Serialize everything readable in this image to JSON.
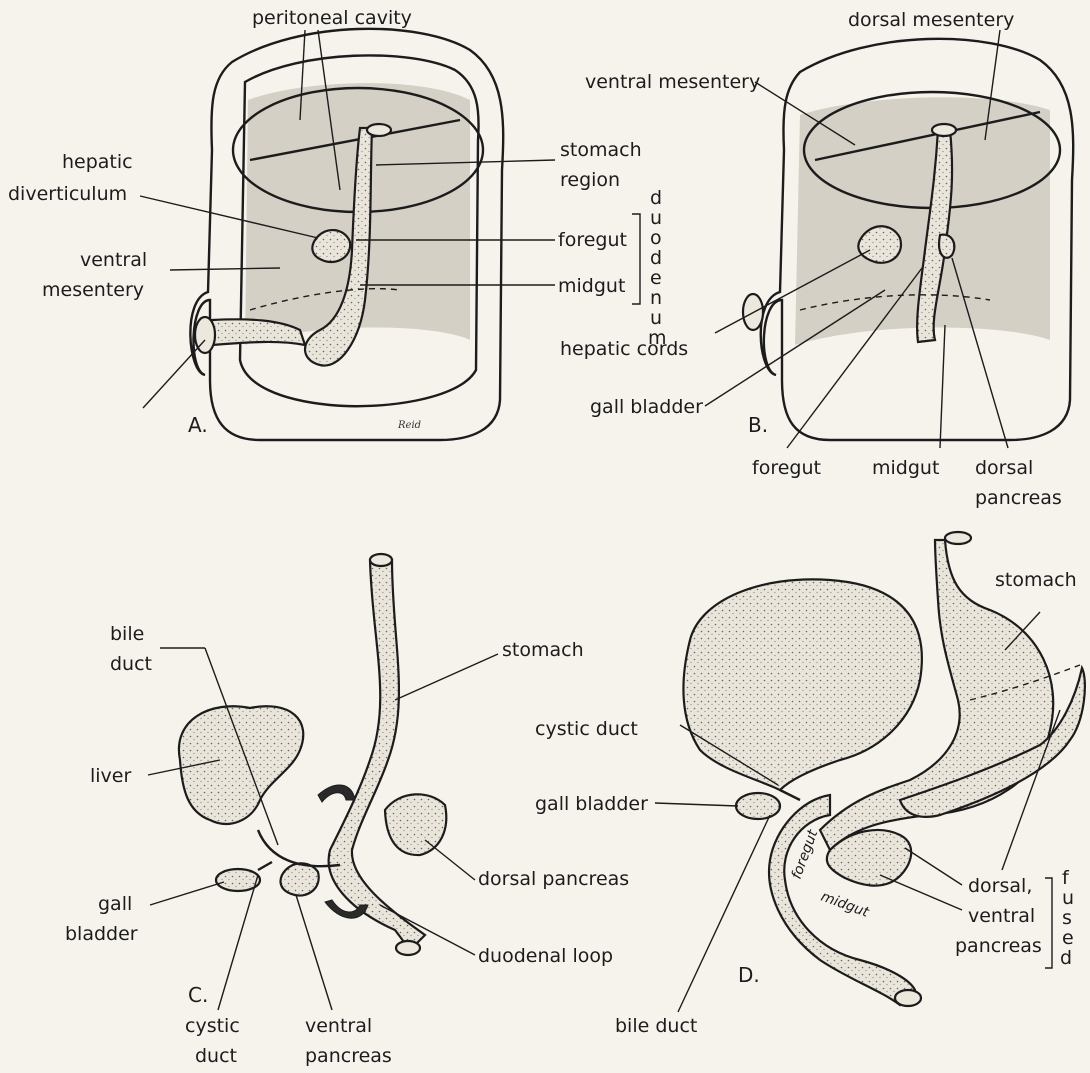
{
  "panels": {
    "a": {
      "letter": "A.",
      "signature": "Reid",
      "labels": {
        "peritoneal_cavity": "peritoneal cavity",
        "hepatic_diverticulum_1": "hepatic",
        "hepatic_diverticulum_2": "diverticulum",
        "stomach_region_1": "stomach",
        "stomach_region_2": "region",
        "ventral_mesentery_1": "ventral",
        "ventral_mesentery_2": "mesentery",
        "foregut": "foregut",
        "midgut": "midgut",
        "duodenum_letters": [
          "d",
          "u",
          "o",
          "d",
          "e",
          "n",
          "u",
          "m"
        ]
      }
    },
    "b": {
      "letter": "B.",
      "labels": {
        "dorsal_mesentery": "dorsal mesentery",
        "ventral_mesentery": "ventral mesentery",
        "hepatic_cords": "hepatic cords",
        "gall_bladder": "gall bladder",
        "foregut": "foregut",
        "midgut": "midgut",
        "dorsal_pancreas_1": "dorsal",
        "dorsal_pancreas_2": "pancreas"
      }
    },
    "c": {
      "letter": "C.",
      "labels": {
        "bile_duct_1": "bile",
        "bile_duct_2": "duct",
        "stomach": "stomach",
        "liver": "liver",
        "gall_bladder_1": "gall",
        "gall_bladder_2": "bladder",
        "dorsal_pancreas": "dorsal pancreas",
        "duodenal_loop": "duodenal loop",
        "cystic_duct_1": "cystic",
        "cystic_duct_2": "duct",
        "ventral_pancreas_1": "ventral",
        "ventral_pancreas_2": "pancreas"
      }
    },
    "d": {
      "letter": "D.",
      "labels": {
        "stomach": "stomach",
        "cystic_duct": "cystic duct",
        "gall_bladder": "gall bladder",
        "dorsal_ventral_1": "dorsal,",
        "dorsal_ventral_2": "ventral",
        "dorsal_ventral_3": "pancreas",
        "fused_letters": [
          "f",
          "u",
          "s",
          "e",
          "d"
        ],
        "bile_duct": "bile duct",
        "foregut_inner": "foregut",
        "midgut_inner": "midgut"
      }
    }
  }
}
